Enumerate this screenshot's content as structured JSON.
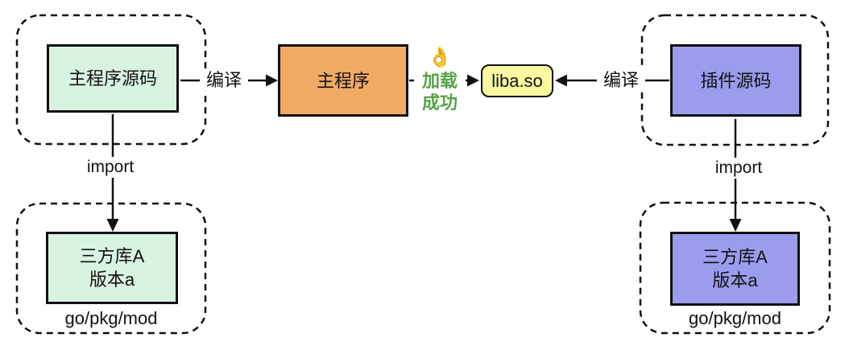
{
  "diagram": {
    "background": "#ffffff",
    "line_color": "#111111",
    "nodes": {
      "main_source": {
        "label": "主程序源码",
        "fill": "#d9f3e1"
      },
      "main_program": {
        "label": "主程序",
        "fill": "#f0aa64"
      },
      "liba_so": {
        "label": "liba.so",
        "fill": "#faf8a0"
      },
      "plugin_source": {
        "label": "插件源码",
        "fill": "#9c9cee"
      },
      "left_lib": {
        "line1": "三方库A",
        "line2": "版本a",
        "fill": "#d9f3e1"
      },
      "right_lib": {
        "line1": "三方库A",
        "line2": "版本a",
        "fill": "#9c9cee"
      }
    },
    "groups": {
      "left_pkg_label": "go/pkg/mod",
      "right_pkg_label": "go/pkg/mod"
    },
    "edges": {
      "compile_left": "编译",
      "compile_right": "编译",
      "import_left": "import",
      "import_right": "import",
      "load_success": {
        "emoji": "👌",
        "line1": "加载",
        "line2": "成功",
        "color": "#56a344"
      }
    }
  }
}
